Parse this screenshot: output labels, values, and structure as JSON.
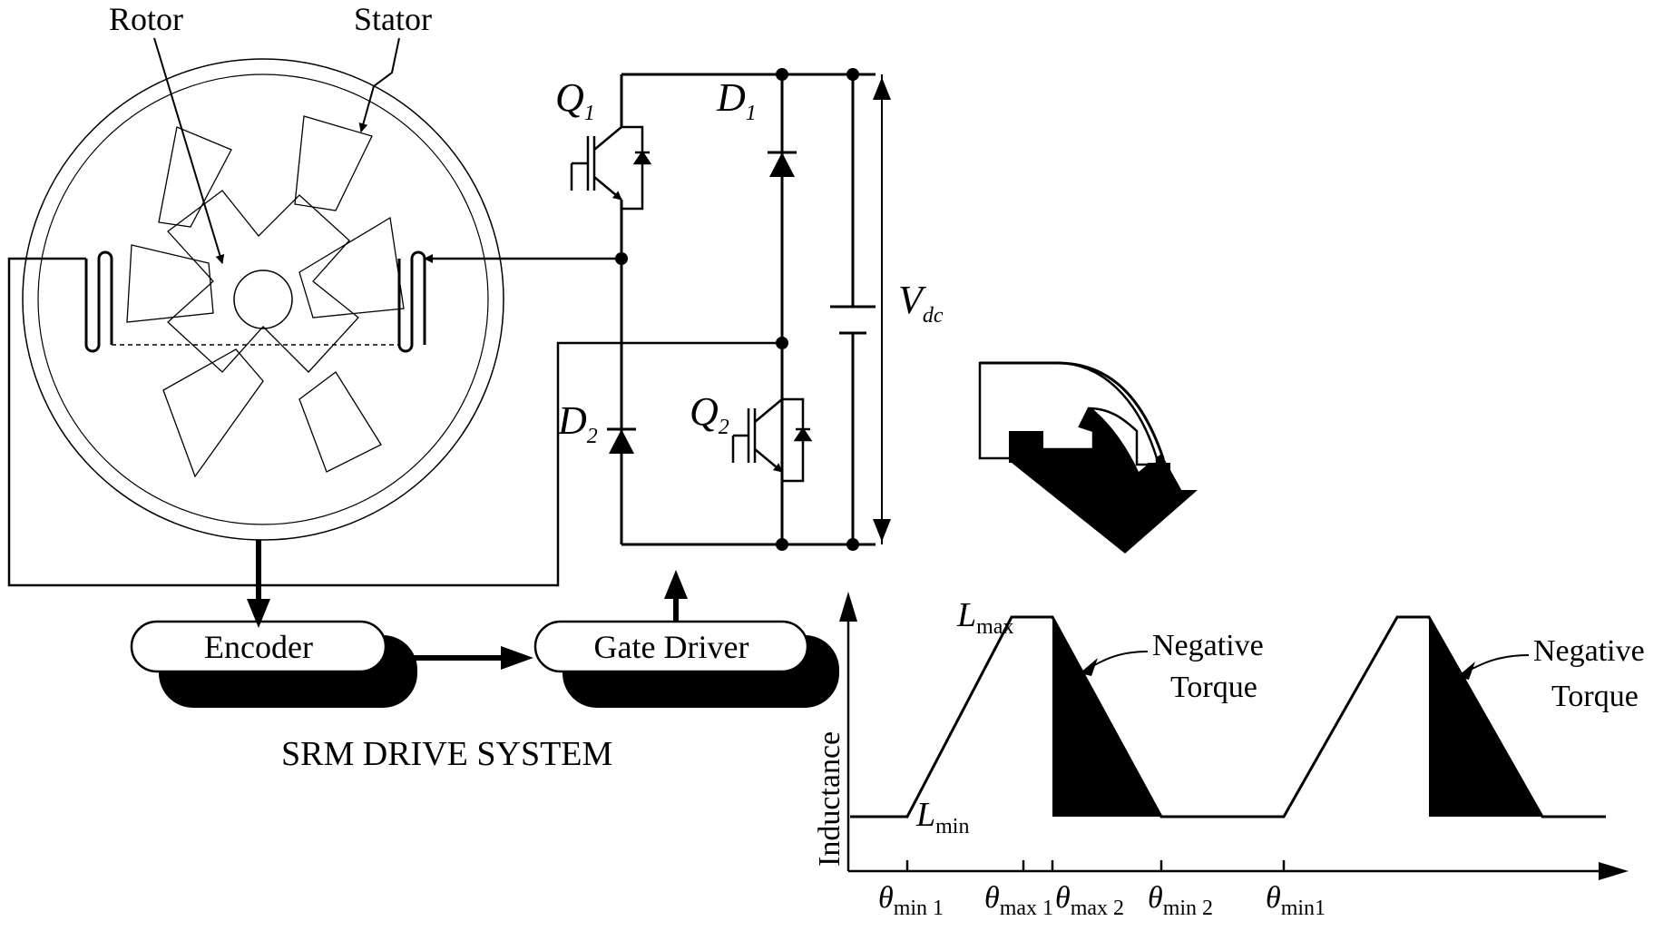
{
  "motor": {
    "rotor_label": "Rotor",
    "stator_label": "Stator"
  },
  "converter": {
    "q1": {
      "main": "Q",
      "sub": "1"
    },
    "q2": {
      "main": "Q",
      "sub": "2"
    },
    "d1": {
      "main": "D",
      "sub": "1"
    },
    "d2": {
      "main": "D",
      "sub": "2"
    },
    "vdc": {
      "main": "V",
      "sub": "dc"
    }
  },
  "blocks": {
    "encoder": "Encoder",
    "gate_driver": "Gate Driver"
  },
  "system_title": "SRM DRIVE SYSTEM",
  "chart_data": {
    "type": "line",
    "ylabel": "Inductance",
    "xlabel": "",
    "y_levels": {
      "max": {
        "main": "L",
        "sub": "max"
      },
      "min": {
        "main": "L",
        "sub": "min"
      }
    },
    "x_ticks": [
      {
        "main": "θ",
        "sub": "min 1"
      },
      {
        "main": "θ",
        "sub": "max 1"
      },
      {
        "main": "θ",
        "sub": "max 2"
      },
      {
        "main": "θ",
        "sub": "min 2"
      },
      {
        "main": "θ",
        "sub": "min1"
      }
    ],
    "annotations": [
      {
        "line1": "Negative",
        "line2": "Torque"
      },
      {
        "line1": "Negative",
        "line2": "Torque"
      }
    ]
  }
}
